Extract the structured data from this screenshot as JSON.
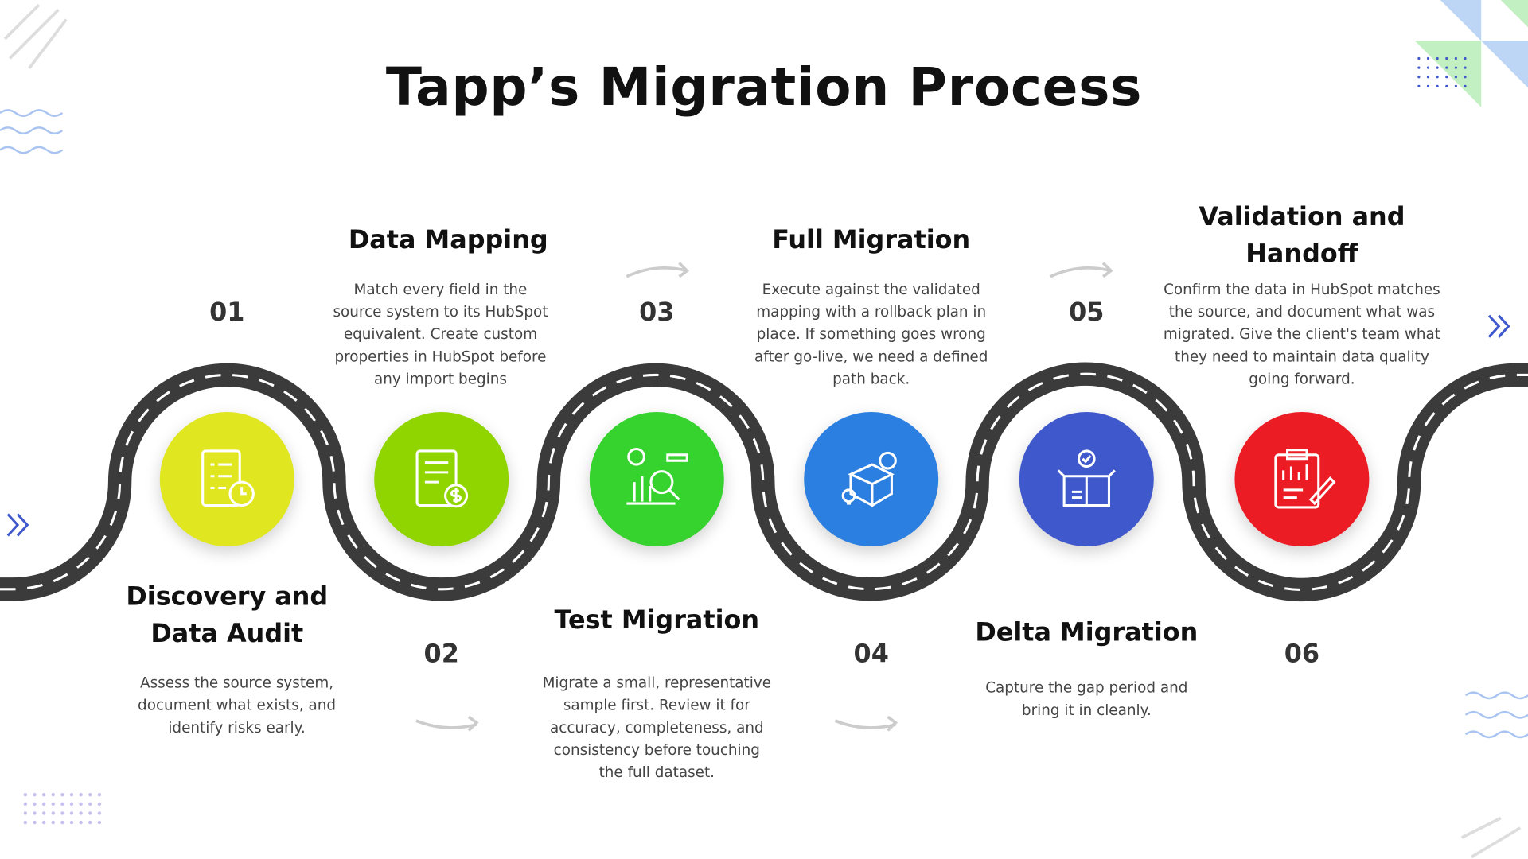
{
  "title": "Tapp’s Migration Process",
  "steps": [
    {
      "num": "01",
      "title": "Discovery and Data Audit",
      "desc": "Assess the source system, document what exists, and identify risks early.",
      "color": "#e0e620",
      "icon": "checklist-clock-icon"
    },
    {
      "num": "02",
      "title": "Data Mapping",
      "desc": "Match every field in the source system to its HubSpot equivalent. Create custom properties in HubSpot before any import begins",
      "color": "#90d400",
      "icon": "document-dollar-icon"
    },
    {
      "num": "03",
      "title": "Test Migration",
      "desc": "Migrate a small, representative sample first. Review it for accuracy, completeness, and consistency before touching the full dataset.",
      "color": "#36d22e",
      "icon": "chart-magnifier-icon"
    },
    {
      "num": "04",
      "title": "Full Migration",
      "desc": "Execute against the validated mapping with a rollback plan in place. If something goes wrong after go-live, we need a defined path back.",
      "color": "#2b7fe0",
      "icon": "box-gear-icon"
    },
    {
      "num": "05",
      "title": "Delta Migration",
      "desc": "Capture the gap period and bring it in cleanly.",
      "color": "#3f58cc",
      "icon": "open-box-check-icon"
    },
    {
      "num": "06",
      "title": "Validation and Handoff",
      "desc": "Confirm the data in HubSpot matches the source, and document what was migrated. Give the client's team what they need to maintain data quality going forward.",
      "color": "#ec1c24",
      "icon": "clipboard-chart-icon"
    }
  ]
}
